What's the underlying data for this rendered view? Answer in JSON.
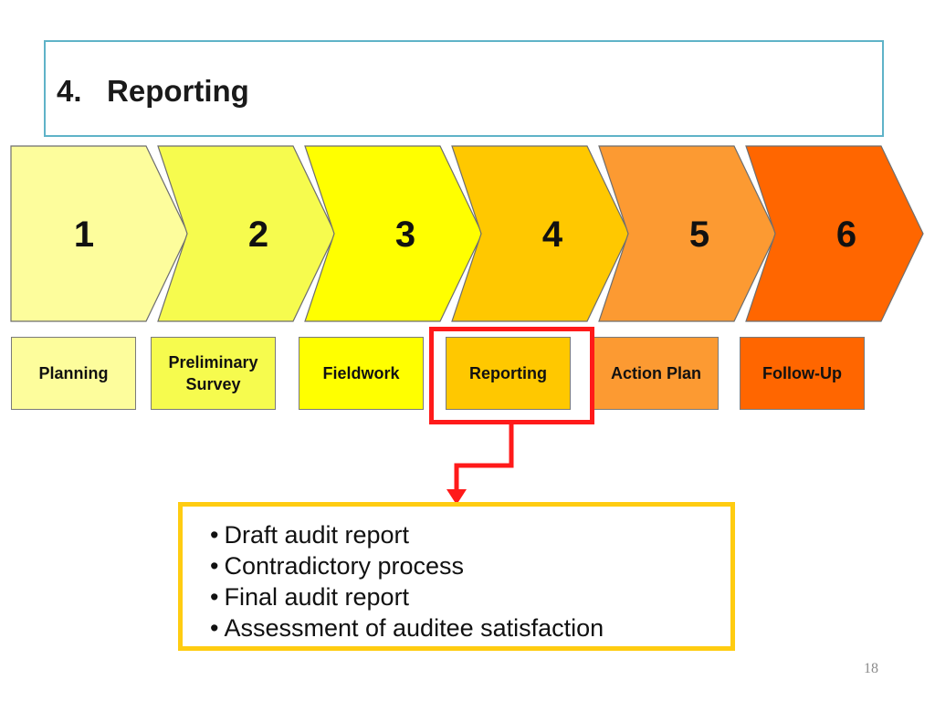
{
  "title": "4.   Reporting",
  "stages": [
    {
      "number": "1",
      "label": "Planning",
      "color": "#fdfd9c"
    },
    {
      "number": "2",
      "label": "Preliminary Survey",
      "color": "#f6fb4e"
    },
    {
      "number": "3",
      "label": "Fieldwork",
      "color": "#ffff00"
    },
    {
      "number": "4",
      "label": "Reporting",
      "color": "#ffc800"
    },
    {
      "number": "5",
      "label": "Action Plan",
      "color": "#fc9a32"
    },
    {
      "number": "6",
      "label": "Follow-Up",
      "color": "#ff6600"
    }
  ],
  "highlighted_stage": "Reporting",
  "highlight_color": "#ff1a1a",
  "details": [
    "Draft audit report",
    "Contradictory process",
    "Final audit report",
    "Assessment of auditee satisfaction"
  ],
  "details_border_color": "#ffcc11",
  "page_number": "18"
}
